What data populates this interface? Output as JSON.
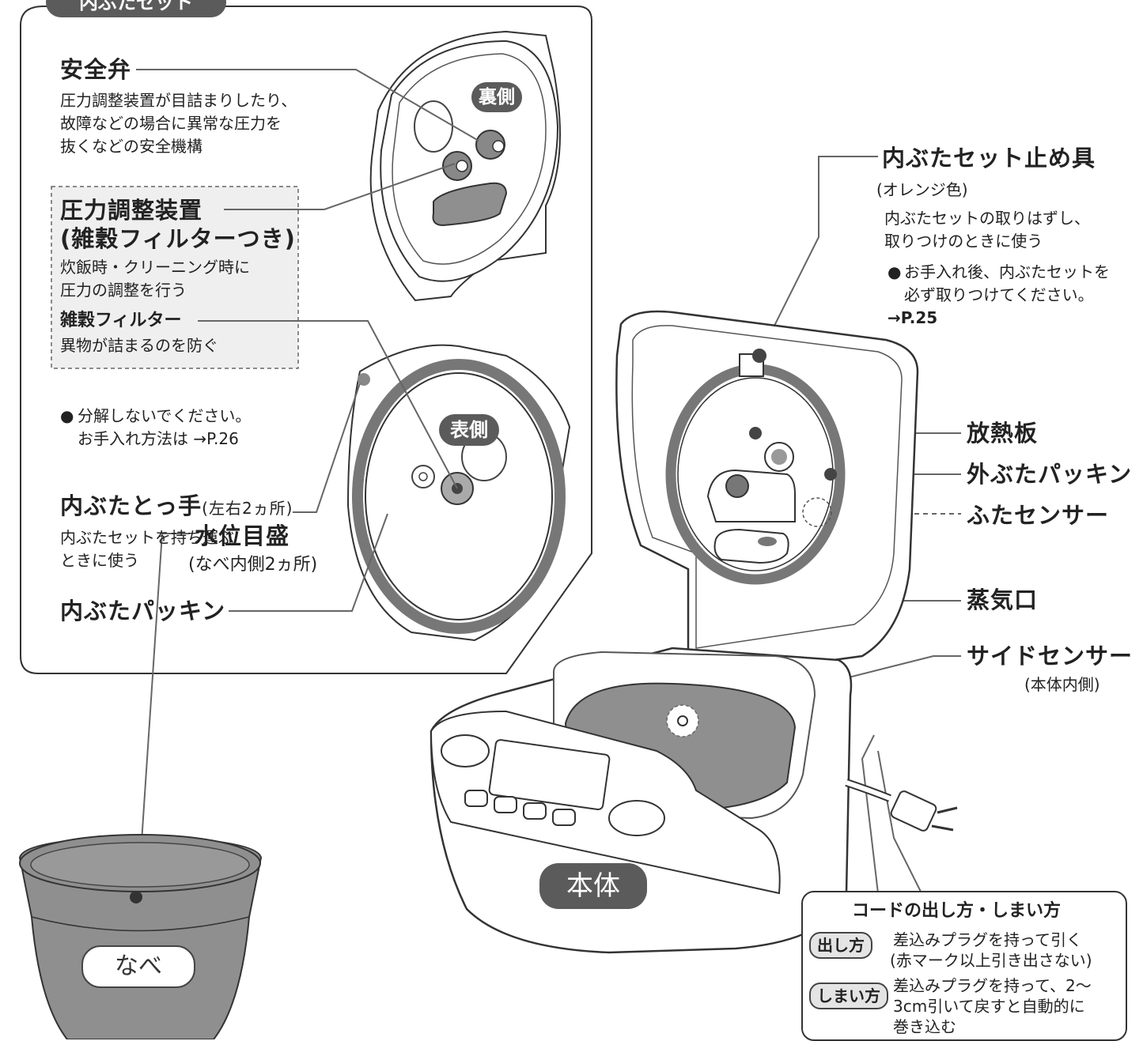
{
  "colors": {
    "line": "#333333",
    "gray_fill": "#8f8f8f",
    "pill_dark": "#5b5b5b",
    "dashed_bg": "#efefef",
    "white": "#ffffff"
  },
  "inner_lid_set": {
    "section_title": "内ぶたセット",
    "safety_valve": {
      "title": "安全弁",
      "desc": [
        "圧力調整装置が目詰まりしたり、",
        "故障などの場合に異常な圧力を",
        "抜くなどの安全機構"
      ]
    },
    "pressure_device": {
      "title": "圧力調整装置",
      "subtitle": "(雑穀フィルターつき)",
      "desc": [
        "炊飯時・クリーニング時に",
        "圧力の調整を行う"
      ]
    },
    "grain_filter": {
      "title": "雑穀フィルター",
      "desc": "異物が詰まるのを防ぐ"
    },
    "note": {
      "bullet": "●",
      "line1": "分解しないでください。",
      "line2": "お手入れ方法は →P.26"
    },
    "handle": {
      "title": "内ぶたとっ手",
      "suffix": "(左右2ヵ所)",
      "desc": [
        "内ぶたセットを持ち運ぶ",
        "ときに使う"
      ]
    },
    "packing": {
      "title": "内ぶたパッキン"
    },
    "back_label": "裏側",
    "front_label": "表側"
  },
  "stopper": {
    "title": "内ぶたセット止め具",
    "color_note": "(オレンジ色)",
    "desc": [
      "内ぶたセットの取りはずし、",
      "取りつけのときに使う"
    ],
    "bullet": "●",
    "note1": "お手入れ後、内ぶたセットを",
    "note2": "必ず取りつけてください。",
    "note3": "→P.25"
  },
  "right_labels": {
    "heat_plate": "放熱板",
    "outer_packing": "外ぶたパッキン",
    "lid_sensor": "ふたセンサー",
    "steam_vent": "蒸気口",
    "side_sensor": "サイドセンサー",
    "side_sensor_note": "(本体内側)"
  },
  "body_label": "本体",
  "water_level": {
    "title": "水位目盛",
    "note": "(なべ内側2ヵ所)"
  },
  "pot_label": "なべ",
  "cord_box": {
    "title": "コードの出し方・しまい方",
    "pull_out": {
      "tag": "出し方",
      "line1": "差込みプラグを持って引く",
      "line2": "(赤マーク以上引き出さない)"
    },
    "put_away": {
      "tag": "しまい方",
      "line1": "差込みプラグを持って、2〜",
      "line2": "3cm引いて戻すと自動的に",
      "line3": "巻き込む"
    }
  }
}
